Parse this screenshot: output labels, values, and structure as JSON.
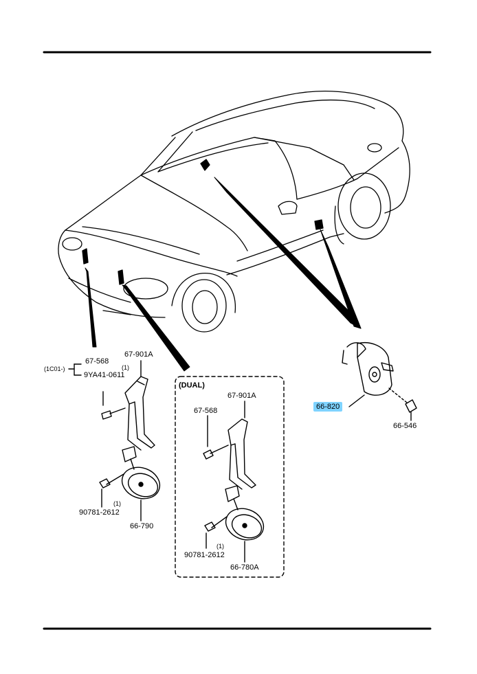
{
  "labels": {
    "bracket_front": "67-901A",
    "bolt_front": "67-568",
    "bracket_code_prefix": "(1C01-)",
    "alt_bolt": "9YA41-0611",
    "alt_bolt_qty": "(1)",
    "horn_bolt": "90781-2612",
    "horn_bolt_qty": "(1)",
    "horn": "66-790",
    "dual_title": "(DUAL)",
    "dual_bracket": "67-901A",
    "dual_bolt": "67-568",
    "dual_horn_bolt": "90781-2612",
    "dual_horn_bolt_qty": "(1)",
    "dual_horn": "66-780A",
    "switch_part": "66-820",
    "switch_screw": "66-546"
  },
  "colors": {
    "line": "#000000",
    "highlight": "#7fd3ff"
  }
}
